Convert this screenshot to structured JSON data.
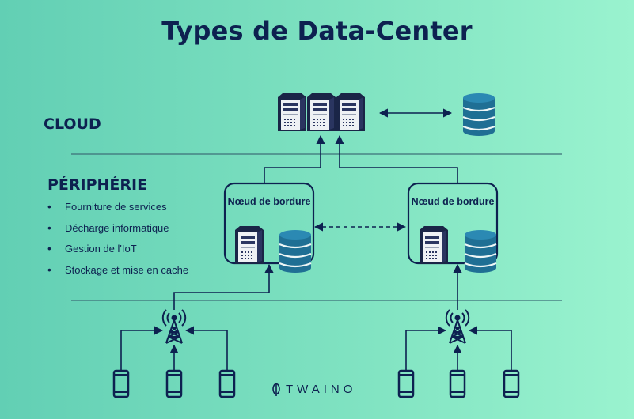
{
  "title": "Types de Data-Center",
  "sections": {
    "cloud": "CLOUD",
    "edge": "PÉRIPHÉRIE"
  },
  "edge_features": [
    "Fourniture de services",
    "Décharge informatique",
    "Gestion de l'IoT",
    "Stockage et mise en cache"
  ],
  "nodes": {
    "left_label": "Nœud de bordure",
    "right_label": "Nœud de bordure"
  },
  "brand": "TWAINO",
  "colors": {
    "background_start": "#62cfb4",
    "background_end": "#9af3cf",
    "ink": "#0d2150",
    "database": "#1f6f94"
  },
  "icons": [
    "server-icon",
    "database-icon",
    "antenna-tower-icon",
    "smartphone-icon",
    "leaf-logo-icon"
  ]
}
